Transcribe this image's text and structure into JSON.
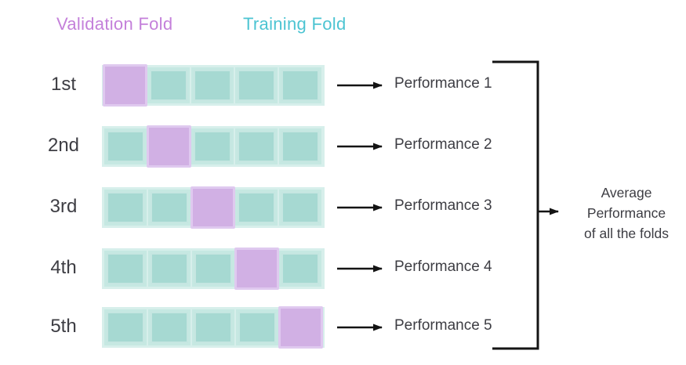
{
  "legend": {
    "validation_label": "Validation Fold",
    "training_label": "Training Fold"
  },
  "rows": [
    {
      "label": "1st",
      "validation_index": 0,
      "num_cells": 5,
      "performance_label": "Performance 1"
    },
    {
      "label": "2nd",
      "validation_index": 1,
      "num_cells": 5,
      "performance_label": "Performance 2"
    },
    {
      "label": "3rd",
      "validation_index": 2,
      "num_cells": 5,
      "performance_label": "Performance 3"
    },
    {
      "label": "4th",
      "validation_index": 3,
      "num_cells": 5,
      "performance_label": "Performance 4"
    },
    {
      "label": "5th",
      "validation_index": 4,
      "num_cells": 5,
      "performance_label": "Performance 5"
    }
  ],
  "average": {
    "lines": [
      "Average",
      "Performance",
      "of all the folds"
    ]
  },
  "colors": {
    "validation_text": "#c480da",
    "training_text": "#4cc4d2",
    "validation_fill": "#d1b0e4",
    "validation_border": "#dfc9ef",
    "training_fill": "#a6d9d2",
    "training_border": "#c6e8e2",
    "training_strip": "#d7efeb",
    "dark_text": "#3d3d43",
    "arrow": "#141414"
  }
}
